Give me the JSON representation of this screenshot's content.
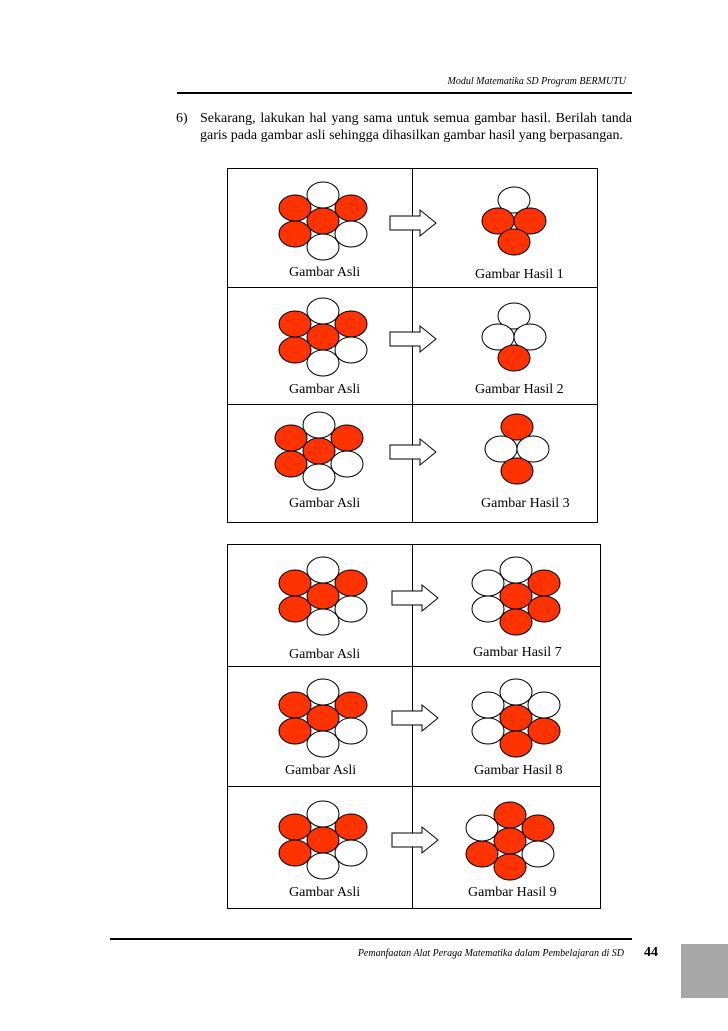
{
  "header": {
    "text": "Modul Matematika SD Program BERMUTU"
  },
  "instruction": {
    "number": "6)",
    "text": "Sekarang, lakukan hal yang sama untuk semua gambar hasil. Berilah tanda garis pada gambar asli sehingga dihasilkan gambar hasil yang berpasangan."
  },
  "colors": {
    "red": "#ff3300",
    "white": "#ffffff",
    "stroke": "#000000"
  },
  "tables": [
    {
      "rows": [
        {
          "left_caption": "Gambar Asli",
          "right_caption": "Gambar Hasil 1"
        },
        {
          "left_caption": "Gambar Asli",
          "right_caption": "Gambar Hasil 2"
        },
        {
          "left_caption": "Gambar Asli",
          "right_caption": "Gambar Hasil 3"
        }
      ]
    },
    {
      "rows": [
        {
          "left_caption": "Gambar Asli",
          "right_caption": "Gambar Hasil 7"
        },
        {
          "left_caption": "Gambar Asli",
          "right_caption": "Gambar Hasil 8"
        },
        {
          "left_caption": "Gambar Asli",
          "right_caption": "Gambar Hasil 9"
        }
      ]
    }
  ],
  "footer": {
    "text": "Pemanfaatan Alat Peraga Matematika dalam Pembelajaran di SD",
    "page_number": "44"
  }
}
